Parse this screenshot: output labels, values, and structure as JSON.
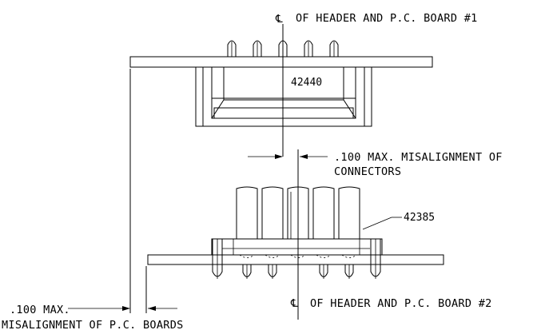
{
  "header1_label": "OF HEADER AND P.C. BOARD #1",
  "header2_label": "OF HEADER AND P.C. BOARD #2",
  "centerline_symbol": "℄",
  "connector_top_part": "42440",
  "connector_bottom_part": "42385",
  "connector_misalignment": {
    "line1": ".100 MAX. MISALIGNMENT OF",
    "line2": "CONNECTORS"
  },
  "board_misalignment": {
    "line1": ".100 MAX.",
    "line2": "MISALIGNMENT OF P.C. BOARDS"
  }
}
